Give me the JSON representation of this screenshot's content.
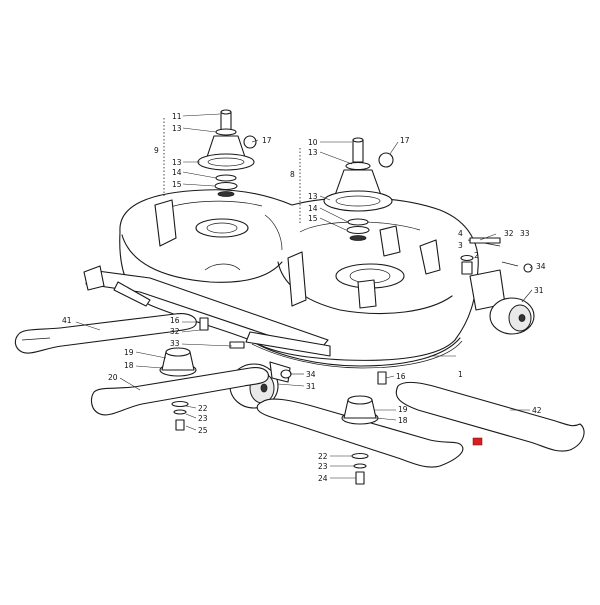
{
  "highlight_color": "#d32020",
  "callouts": [
    {
      "id": "c11",
      "text": "11"
    },
    {
      "id": "c13a",
      "text": "13"
    },
    {
      "id": "c9",
      "text": "9"
    },
    {
      "id": "c17a",
      "text": "17"
    },
    {
      "id": "c13b",
      "text": "13"
    },
    {
      "id": "c14a",
      "text": "14"
    },
    {
      "id": "c15a",
      "text": "15"
    },
    {
      "id": "c10",
      "text": "10"
    },
    {
      "id": "c13c",
      "text": "13"
    },
    {
      "id": "c8",
      "text": "8"
    },
    {
      "id": "c17b",
      "text": "17"
    },
    {
      "id": "c13d",
      "text": "13"
    },
    {
      "id": "c14b",
      "text": "14"
    },
    {
      "id": "c15b",
      "text": "15"
    },
    {
      "id": "c4",
      "text": "4"
    },
    {
      "id": "c3",
      "text": "3"
    },
    {
      "id": "c2",
      "text": "2"
    },
    {
      "id": "c32a",
      "text": "32"
    },
    {
      "id": "c33a",
      "text": "33"
    },
    {
      "id": "c34a",
      "text": "34"
    },
    {
      "id": "c31a",
      "text": "31"
    },
    {
      "id": "c41",
      "text": "41"
    },
    {
      "id": "c16a",
      "text": "16"
    },
    {
      "id": "c32b",
      "text": "32"
    },
    {
      "id": "c33b",
      "text": "33"
    },
    {
      "id": "c19a",
      "text": "19"
    },
    {
      "id": "c18a",
      "text": "18"
    },
    {
      "id": "c20",
      "text": "20"
    },
    {
      "id": "c22a",
      "text": "22"
    },
    {
      "id": "c23a",
      "text": "23"
    },
    {
      "id": "c25",
      "text": "25"
    },
    {
      "id": "c34b",
      "text": "34"
    },
    {
      "id": "c31b",
      "text": "31"
    },
    {
      "id": "c16b",
      "text": "16"
    },
    {
      "id": "c1",
      "text": "1"
    },
    {
      "id": "c19b",
      "text": "19"
    },
    {
      "id": "c18b",
      "text": "18"
    },
    {
      "id": "c42",
      "text": "42"
    },
    {
      "id": "c22b",
      "text": "22"
    },
    {
      "id": "c23b",
      "text": "23"
    },
    {
      "id": "c24",
      "text": "24"
    }
  ]
}
